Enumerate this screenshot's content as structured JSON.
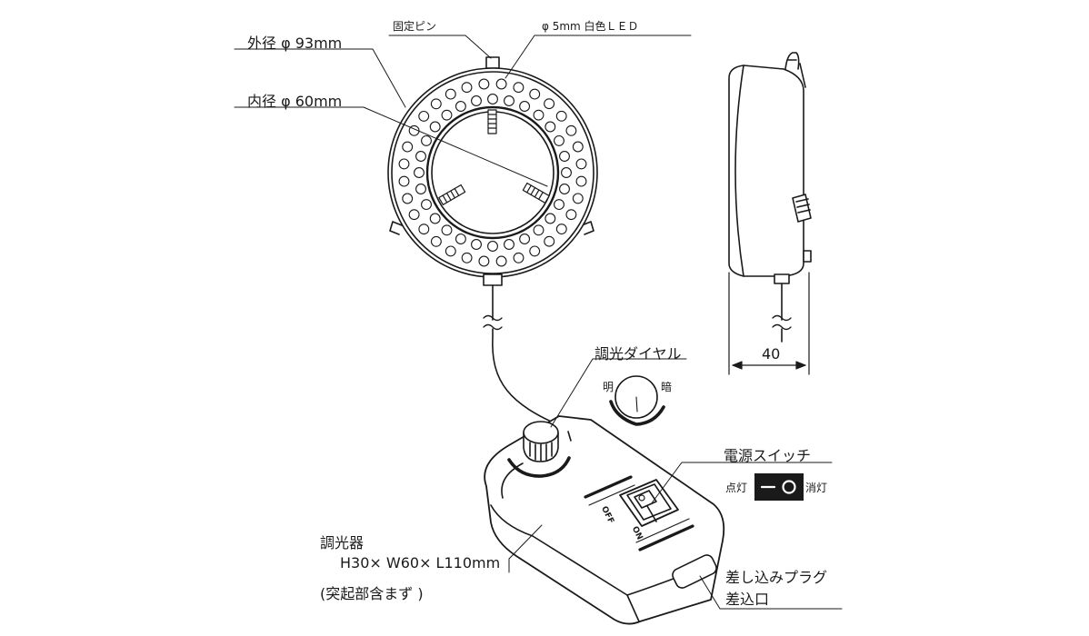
{
  "labels": {
    "outer_diameter": "外径 φ 93mm",
    "inner_diameter": "内径 φ 60mm",
    "fixing_pin": "固定ピン",
    "led": "φ 5mm 白色ＬＥＤ",
    "dimmer_dial": "調光ダイヤル",
    "bright": "明",
    "dark": "暗",
    "power_switch": "電源スイッチ",
    "lit": "点灯",
    "off_state": "消灯",
    "dimmer": "調光器",
    "dimmer_size": "H30× W60× L110mm",
    "dimmer_note": "(突起部含まず )",
    "plug": "差し込みプラグ",
    "inlet": "差込口",
    "depth": "40",
    "switch_off": "OFF",
    "switch_on": "ON"
  },
  "icons": {
    "ring": "ring-light-front-view",
    "side": "ring-light-side-view",
    "controller": "dimmer-controller-box",
    "knob": "dimmer-knob",
    "switch_symbol": "power-switch-symbol"
  },
  "colors": {
    "line": "#1a1a1a",
    "background": "#ffffff"
  }
}
